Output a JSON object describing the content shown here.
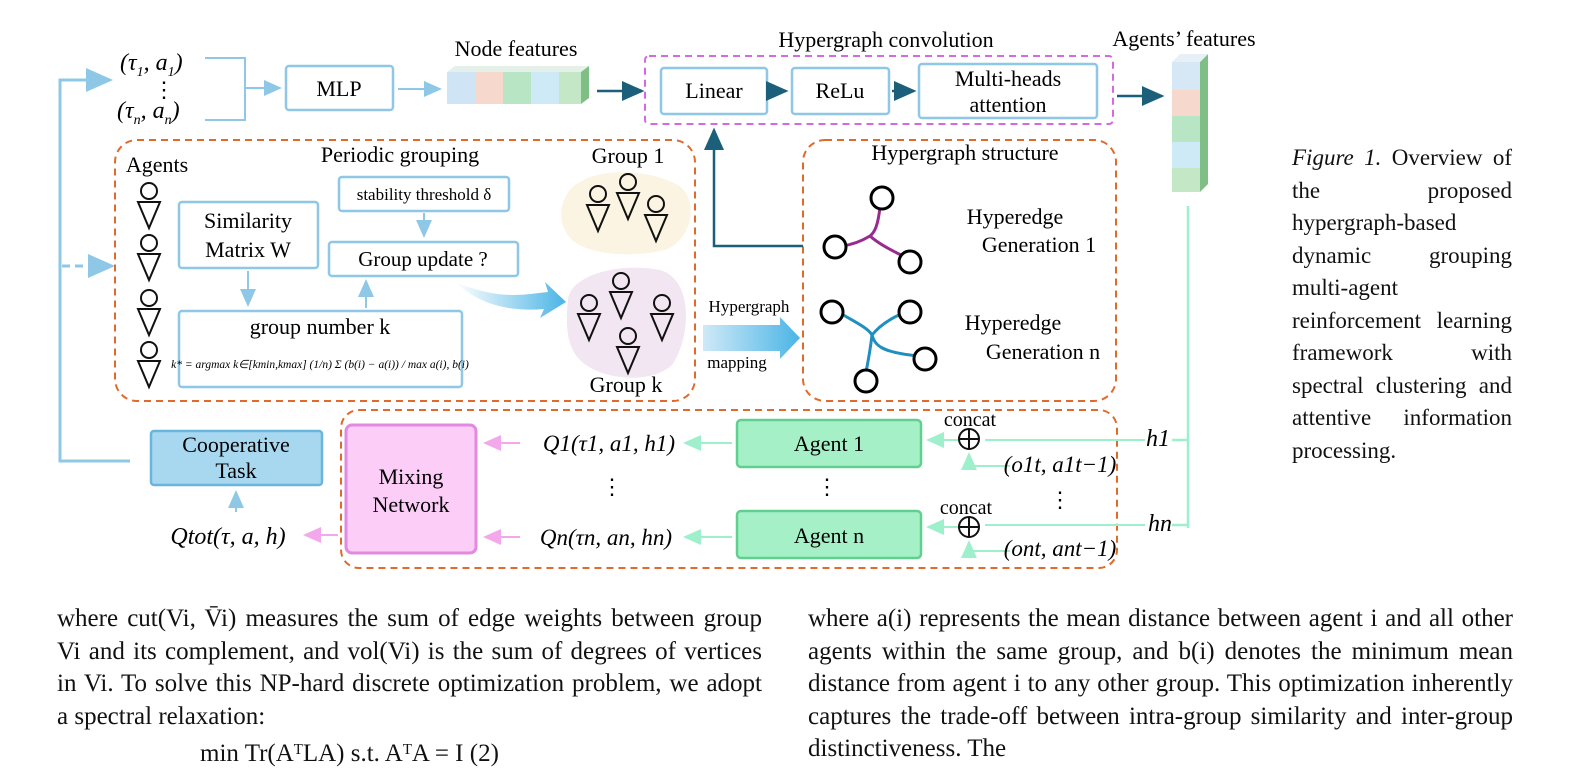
{
  "figure": {
    "inputs": {
      "first": "(τ",
      "first_sub": "1",
      "first_mid": ", a",
      "first_sub2": "1",
      "first_end": ")",
      "dots": "⋮",
      "last": "(τ",
      "last_sub": "n",
      "last_mid": ", a",
      "last_sub2": "n",
      "last_end": ")"
    },
    "mlp_label": "MLP",
    "node_features_label": "Node features",
    "hypergraph_conv_title": "Hypergraph convolution",
    "linear_label": "Linear",
    "relu_label": "ReLu",
    "attention_label_1": "Multi-heads",
    "attention_label_2": "attention",
    "agents_features_label": "Agents’ features",
    "periodic_grouping_title": "Periodic grouping",
    "agents_label": "Agents",
    "similarity_1": "Similarity",
    "similarity_2": "Matrix W",
    "stability_label": "stability threshold δ",
    "group_update_label": "Group update ?",
    "group_number_label": "group number k",
    "k_formula": "k* = argmax k∈[kmin,kmax] (1/n) Σ (b(i) − a(i)) / max a(i), b(i)",
    "group1_label": "Group 1",
    "groupk_label": "Group k",
    "hypergraph_mapping_1": "Hypergraph",
    "hypergraph_mapping_2": "mapping",
    "hypergraph_structure_title": "Hypergraph structure",
    "hyperedge1_1": "Hyperedge",
    "hyperedge1_2": "Generation 1",
    "hyperedgen_1": "Hyperedge",
    "hyperedgen_2": "Generation n",
    "cooperative_1": "Cooperative",
    "cooperative_2": "Task",
    "qtot_label": "Qtot(τ, a, h)",
    "mixing_1": "Mixing",
    "mixing_2": "Network",
    "q1_label": "Q1(τ1, a1, h1)",
    "qn_label": "Qn(τn, an, hn)",
    "agent1_label": "Agent 1",
    "agentn_label": "Agent n",
    "concat_label": "concat",
    "h1_label": "h1",
    "hn_label": "hn",
    "o1_label": "(o1t, a1t−1)",
    "on_label": "(ont, ant−1)",
    "colors": {
      "blue_box": "#8ec8e6",
      "orange_dash": "#e06a2c",
      "magenta_dash": "#d36ae0",
      "green_box": "#a6f0c8",
      "pink_box": "#f8c6f4",
      "arrow_dark": "#1c5f7a"
    }
  },
  "caption": {
    "label": "Figure 1.",
    "text": " Overview of the proposed hypergraph-based dynamic grouping multi-agent reinforcement learning framework with spectral clustering and attentive information processing."
  },
  "left_column": {
    "p1": "where cut(Vi, V̄i) measures the sum of edge weights between group Vi and its complement, and vol(Vi) is the sum of degrees of vertices in Vi. To solve this NP-hard discrete optimization problem, we adopt a spectral relaxation:",
    "equation": "min   Tr(AᵀLA)   s.t.   AᵀA = I          (2)"
  },
  "right_column": {
    "p1": "where a(i) represents the mean distance between agent i and all other agents within the same group, and b(i) denotes the minimum mean distance from agent i to any other group. This optimization inherently captures the trade-off between intra-group similarity and inter-group distinctiveness. The"
  }
}
